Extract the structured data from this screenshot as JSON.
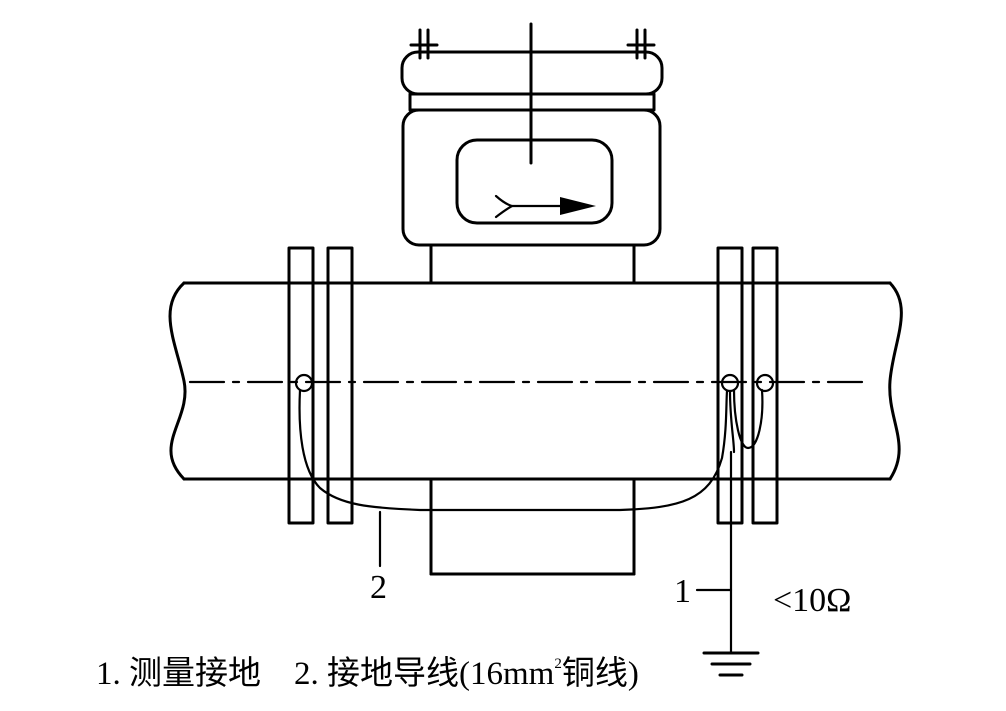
{
  "labels": {
    "wire": "2",
    "ground": "1",
    "resistance": "<10Ω"
  },
  "caption": {
    "item1": "1. 测量接地",
    "item2_prefix": "2. 接地导线(16mm",
    "item2_sup": "2",
    "item2_suffix": "铜线)"
  }
}
